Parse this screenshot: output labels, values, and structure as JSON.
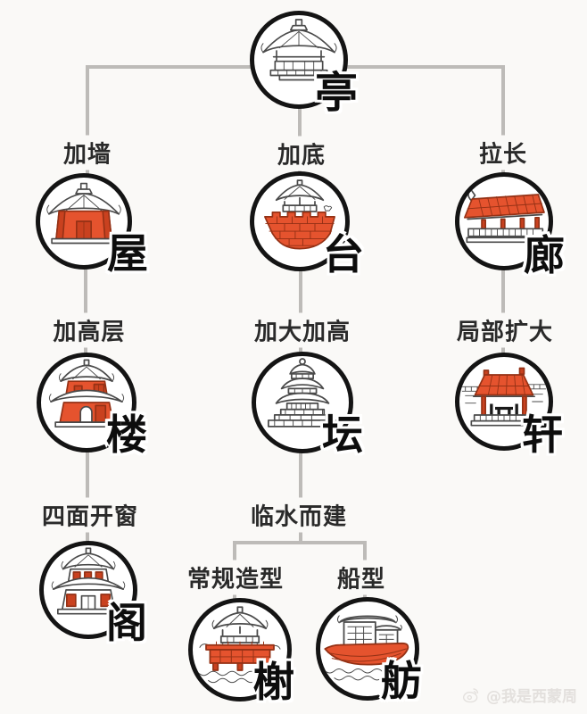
{
  "page": {
    "title": "Chinese pavilion architecture derivation diagram",
    "background": "#faf9f7",
    "colors": {
      "accent_red": "#e5532e",
      "dark_red": "#943115",
      "connector_gray": "#bdbbb8",
      "ink": "#0d0d0d"
    }
  },
  "nodes": {
    "ting": {
      "char": "亭",
      "illustration": "open-pavilion"
    },
    "wu": {
      "char": "屋",
      "edge": "加墙",
      "illustration": "red-walled-house"
    },
    "tai": {
      "char": "台",
      "edge": "加底",
      "illustration": "pavilion-on-brick-terrace"
    },
    "lang": {
      "char": "廊",
      "edge": "拉长",
      "illustration": "long-corridor-red-roof"
    },
    "lou": {
      "char": "楼",
      "edge": "加高层",
      "illustration": "two-story-tower"
    },
    "tan": {
      "char": "坛",
      "edge": "加大加高",
      "illustration": "tiered-altar"
    },
    "xuan": {
      "char": "轩",
      "edge": "局部扩大",
      "illustration": "veranda-red-roof"
    },
    "ge": {
      "char": "阁",
      "edge": "四面开窗",
      "illustration": "windowed-pavilion"
    },
    "shui": {
      "edge": "临水而建"
    },
    "xie": {
      "char": "榭",
      "edge": "常规造型",
      "illustration": "waterside-pavilion"
    },
    "fang": {
      "char": "舫",
      "edge": "船型",
      "illustration": "boat-hall"
    }
  },
  "watermark": {
    "text": "@我是西蒙周",
    "icon": "weibo-logo"
  }
}
